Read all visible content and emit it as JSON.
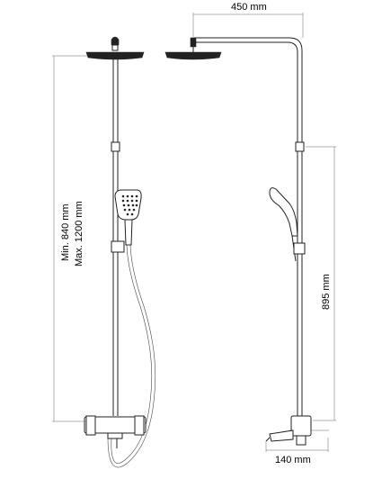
{
  "dimensions": {
    "width_top": "450 mm",
    "height_min": "Min. 840 mm",
    "height_max": "Max. 1200 mm",
    "height_side": "895 mm",
    "depth_bottom": "140 mm"
  },
  "colors": {
    "stroke": "#222222",
    "dimension_line": "#666666",
    "background": "#ffffff"
  }
}
